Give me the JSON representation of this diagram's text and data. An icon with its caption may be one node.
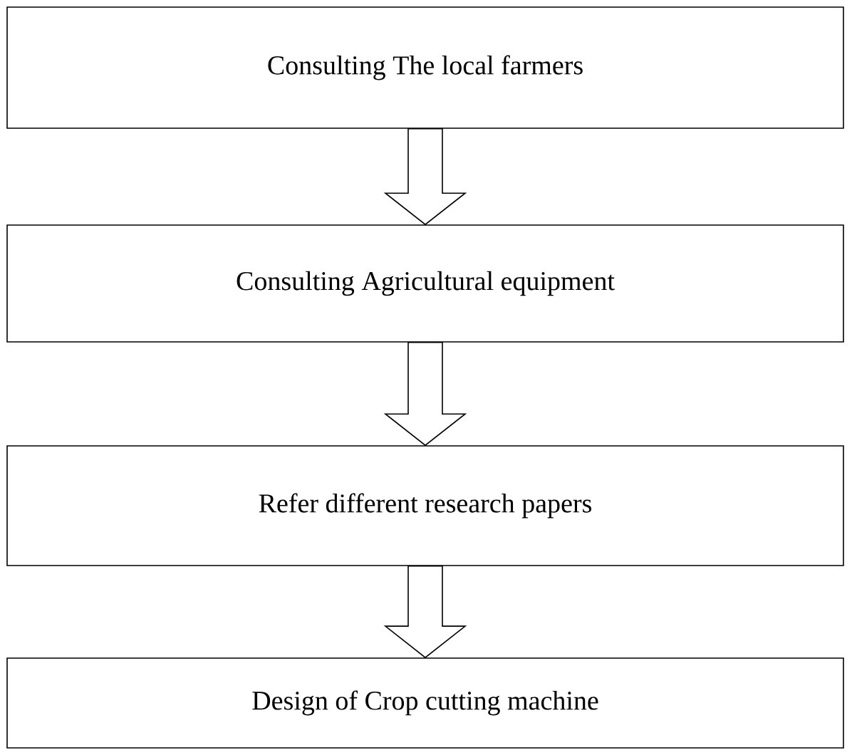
{
  "diagram": {
    "nodes": [
      {
        "text": [
          "Consulting The local farmers"
        ]
      },
      {
        "text": [
          "Consulting Agricultural equipment"
        ]
      },
      {
        "text": [
          "Refer different research papers"
        ]
      },
      {
        "text": [
          "Design of Crop cutting machine"
        ]
      }
    ],
    "edges": [
      {
        "from": 0,
        "to": 1,
        "arrow": "to"
      },
      {
        "from": 1,
        "to": 2,
        "arrow": "to"
      },
      {
        "from": 2,
        "to": 3,
        "arrow": "to"
      }
    ]
  }
}
